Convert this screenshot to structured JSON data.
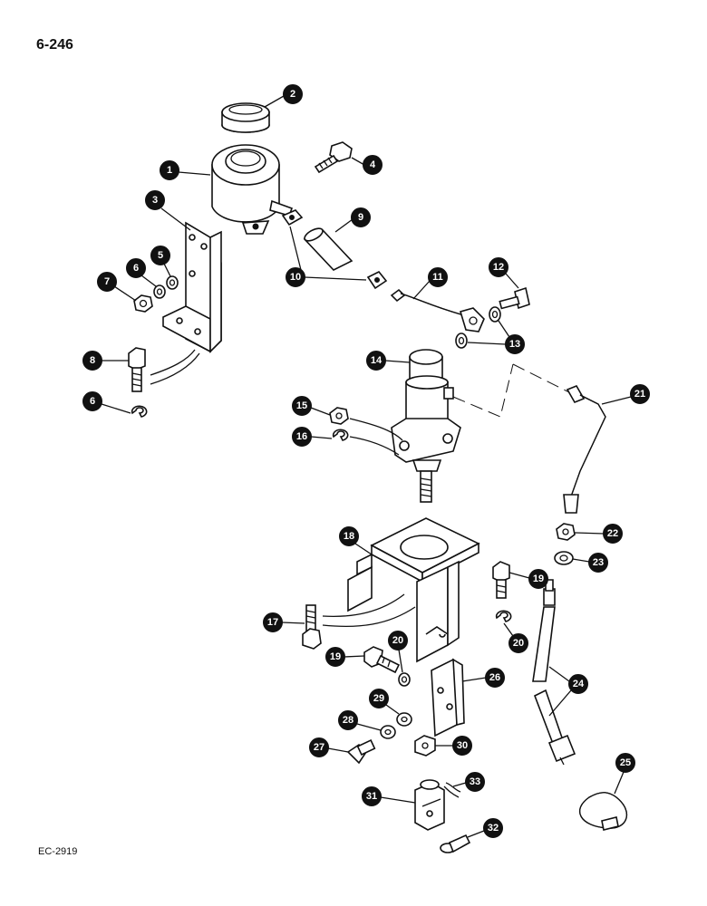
{
  "page_number": "6-246",
  "reference_code": "EC-2919",
  "callouts": [
    "1",
    "2",
    "3",
    "4",
    "5",
    "6",
    "7",
    "8",
    "6",
    "9",
    "10",
    "11",
    "12",
    "13",
    "14",
    "15",
    "16",
    "17",
    "18",
    "19",
    "19",
    "20",
    "20",
    "21",
    "22",
    "23",
    "24",
    "25",
    "26",
    "27",
    "28",
    "29",
    "30",
    "31",
    "32",
    "33"
  ],
  "colors": {
    "ink": "#111111",
    "paper": "#ffffff"
  }
}
